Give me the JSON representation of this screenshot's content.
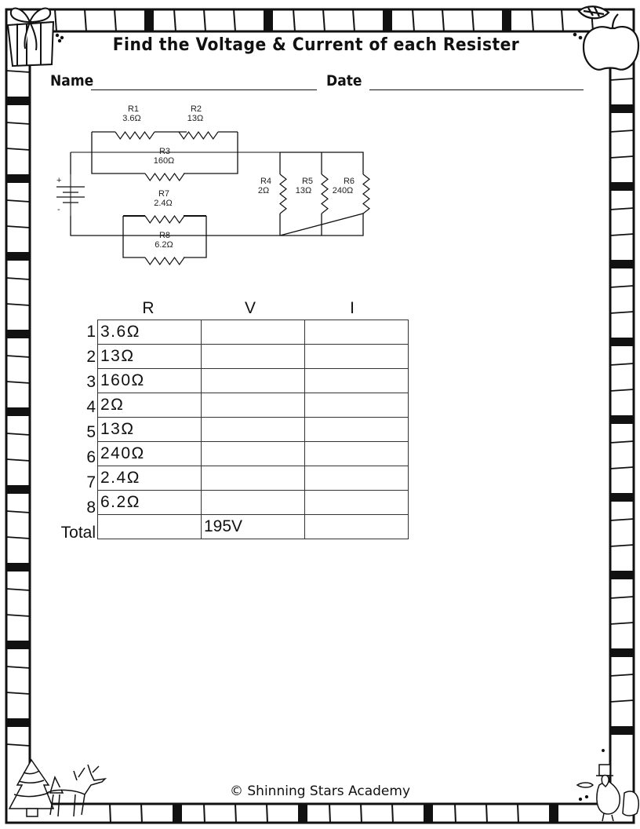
{
  "worksheet": {
    "title": "Find the Voltage & Current of each Resister",
    "name_label": "Name",
    "date_label": "Date",
    "footer": "© Shinning Stars Academy"
  },
  "circuit": {
    "battery": {
      "plus": "+",
      "minus": "-"
    },
    "resistors": [
      {
        "id": "R1",
        "value": "3.6Ω"
      },
      {
        "id": "R2",
        "value": "13Ω"
      },
      {
        "id": "R3",
        "value": "160Ω"
      },
      {
        "id": "R4",
        "value": "2Ω"
      },
      {
        "id": "R5",
        "value": "13Ω"
      },
      {
        "id": "R6",
        "value": "240Ω"
      },
      {
        "id": "R7",
        "value": "2.4Ω"
      },
      {
        "id": "R8",
        "value": "6.2Ω"
      }
    ]
  },
  "table": {
    "headers": [
      "R",
      "V",
      "I"
    ],
    "rows": [
      {
        "label": "1",
        "r": "3.6Ω",
        "v": "",
        "i": ""
      },
      {
        "label": "2",
        "r": "13Ω",
        "v": "",
        "i": ""
      },
      {
        "label": "3",
        "r": "160Ω",
        "v": "",
        "i": ""
      },
      {
        "label": "4",
        "r": "2Ω",
        "v": "",
        "i": ""
      },
      {
        "label": "5",
        "r": "13Ω",
        "v": "",
        "i": ""
      },
      {
        "label": "6",
        "r": "240Ω",
        "v": "",
        "i": ""
      },
      {
        "label": "7",
        "r": "2.4Ω",
        "v": "",
        "i": ""
      },
      {
        "label": "8",
        "r": "6.2Ω",
        "v": "",
        "i": ""
      }
    ],
    "total": {
      "label": "Total",
      "r": "",
      "v": "195V",
      "i": ""
    }
  },
  "decorations": {
    "top_left": "gift-box",
    "top_right": "apple",
    "bottom_left": "christmas-tree-and-reindeer",
    "bottom_right": "pilgrim-turkey-with-pie"
  }
}
